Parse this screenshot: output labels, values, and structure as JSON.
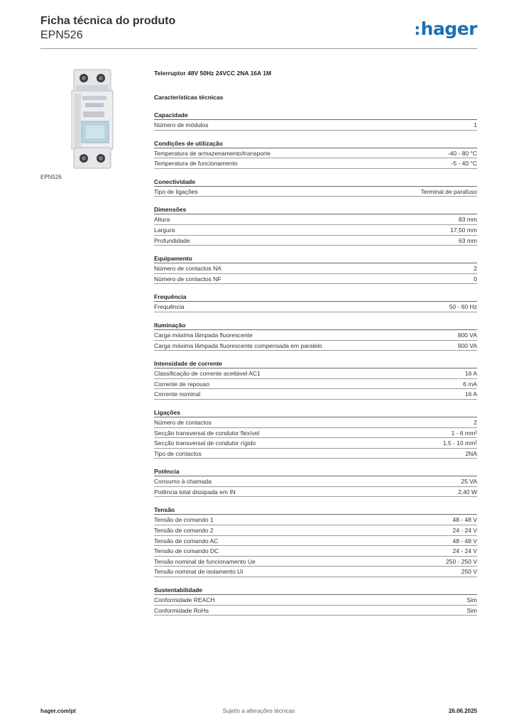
{
  "header": {
    "title": "Ficha técnica do produto",
    "subtitle": "EPN526",
    "logo": "hager"
  },
  "image": {
    "caption": "EPN526"
  },
  "product_name": "Telerruptor 48V 50Hz 24VCC 2NA 16A 1M",
  "main_heading": "Características técnicas",
  "sections": [
    {
      "title": "Capacidade",
      "rows": [
        {
          "label": "Número de módulos",
          "value": "1"
        }
      ]
    },
    {
      "title": "Condições de utilização",
      "rows": [
        {
          "label": "Temperatura de armazenamento/transporte",
          "value": "-40 - 80 °C"
        },
        {
          "label": "Temperatura de funcionamento",
          "value": "-5 - 40 °C"
        }
      ]
    },
    {
      "title": "Conectividade",
      "rows": [
        {
          "label": "Tipo de ligações",
          "value": "Terminal de parafuso"
        }
      ]
    },
    {
      "title": "Dimensões",
      "rows": [
        {
          "label": "Altura",
          "value": "83 mm"
        },
        {
          "label": "Largura",
          "value": "17,50 mm"
        },
        {
          "label": "Profundidade",
          "value": "63 mm"
        }
      ]
    },
    {
      "title": "Equipamento",
      "rows": [
        {
          "label": "Número de contactos NA",
          "value": "2"
        },
        {
          "label": "Número de contactos NF",
          "value": "0"
        }
      ]
    },
    {
      "title": "Frequência",
      "rows": [
        {
          "label": "Frequência",
          "value": "50 - 60 Hz"
        }
      ]
    },
    {
      "title": "Iluminação",
      "rows": [
        {
          "label": "Carga máxima lâmpada fluorescente",
          "value": "800 VA"
        },
        {
          "label": "Carga máxima lâmpada fluorescente compensada em paralelo",
          "value": "900 VA"
        }
      ]
    },
    {
      "title": "Intensidade de corrente",
      "rows": [
        {
          "label": "Classificação de corrente aceitável AC1",
          "value": "16 A"
        },
        {
          "label": "Corrente de repouso",
          "value": "6 mA"
        },
        {
          "label": "Corrente nominal",
          "value": "16 A"
        }
      ]
    },
    {
      "title": "Ligações",
      "rows": [
        {
          "label": "Número de contactos",
          "value": "2"
        },
        {
          "label": "Secção transversal de condutor flexível",
          "value": "1 - 6 mm²"
        },
        {
          "label": "Secção transversal de condutor rígido",
          "value": "1.5 - 10 mm²"
        },
        {
          "label": "Tipo de contactos",
          "value": "2NA"
        }
      ]
    },
    {
      "title": "Potência",
      "rows": [
        {
          "label": "Consumo à chamada",
          "value": "25 VA"
        },
        {
          "label": "Potência total dissipada em IN",
          "value": "2,40 W"
        }
      ]
    },
    {
      "title": "Tensão",
      "rows": [
        {
          "label": "Tensão de comando 1",
          "value": "48 - 48 V"
        },
        {
          "label": "Tensão de comando 2",
          "value": "24 - 24 V"
        },
        {
          "label": "Tensão de comando AC",
          "value": "48 - 48 V"
        },
        {
          "label": "Tensão de comando DC",
          "value": "24 - 24 V"
        },
        {
          "label": "Tensão nominal de funcionamento Ue",
          "value": "250 - 250 V"
        },
        {
          "label": "Tensão nominal de isolamento Ui",
          "value": "250 V"
        }
      ]
    },
    {
      "title": "Sustentabilidade",
      "rows": [
        {
          "label": "Conformidade REACH",
          "value": "Sim"
        },
        {
          "label": "Conformidade RoHs",
          "value": "Sim"
        }
      ]
    }
  ],
  "footer": {
    "left": "hager.com/pt",
    "center": "Sujeito a alterações técnicas",
    "right": "26.06.2025"
  }
}
